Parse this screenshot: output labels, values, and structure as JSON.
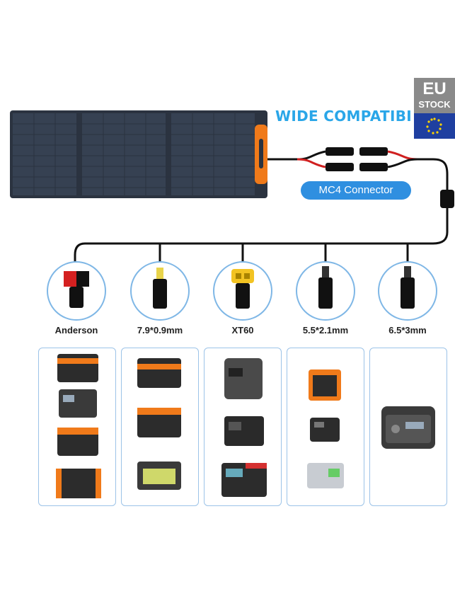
{
  "title": "WIDE COMPATIBIL",
  "connector_label": "MC4 Connector",
  "badge": {
    "line1": "EU",
    "line2": "STOCK"
  },
  "connectors": [
    {
      "name": "Anderson",
      "icon": "anderson-plug-icon"
    },
    {
      "name": "7.9*0.9mm",
      "icon": "dc-plug-icon"
    },
    {
      "name": "XT60",
      "icon": "xt60-plug-icon"
    },
    {
      "name": "5.5*2.1mm",
      "icon": "dc-plug-icon"
    },
    {
      "name": "6.5*3mm",
      "icon": "dc-plug-icon"
    }
  ],
  "colors": {
    "title": "#2aa6e8",
    "label_bg": "#2f8fe0",
    "accent_orange": "#f07a1a",
    "box_border": "#9cc3e8",
    "panel": "#2b3340"
  }
}
